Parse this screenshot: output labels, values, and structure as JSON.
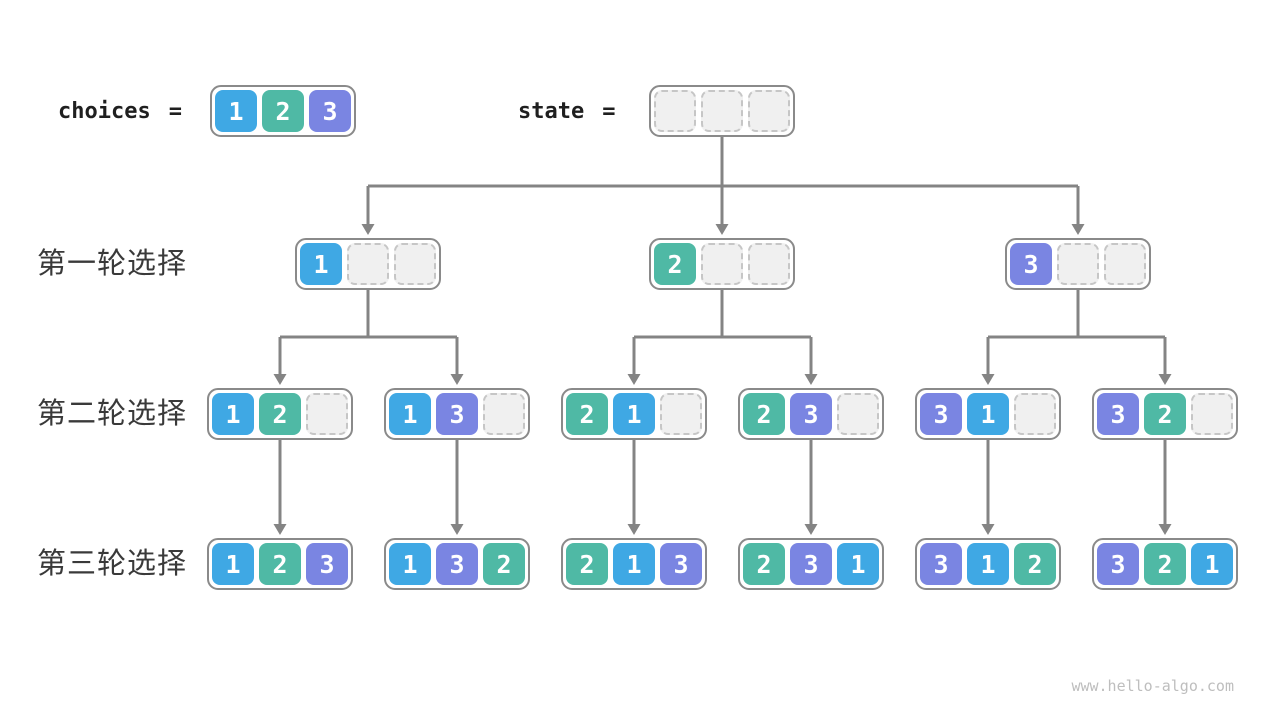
{
  "header": {
    "choices_label": "choices",
    "choices_equals": "=",
    "choices_values": [
      "1",
      "2",
      "3"
    ],
    "state_label": "state",
    "state_equals": "=",
    "state_values": [
      "",
      "",
      ""
    ]
  },
  "rows": [
    {
      "label": "第一轮选择",
      "boxes": [
        [
          "1",
          "",
          ""
        ],
        [
          "2",
          "",
          ""
        ],
        [
          "3",
          "",
          ""
        ]
      ]
    },
    {
      "label": "第二轮选择",
      "boxes": [
        [
          "1",
          "2",
          ""
        ],
        [
          "1",
          "3",
          ""
        ],
        [
          "2",
          "1",
          ""
        ],
        [
          "2",
          "3",
          ""
        ],
        [
          "3",
          "1",
          ""
        ],
        [
          "3",
          "2",
          ""
        ]
      ]
    },
    {
      "label": "第三轮选择",
      "boxes": [
        [
          "1",
          "2",
          "3"
        ],
        [
          "1",
          "3",
          "2"
        ],
        [
          "2",
          "1",
          "3"
        ],
        [
          "2",
          "3",
          "1"
        ],
        [
          "3",
          "1",
          "2"
        ],
        [
          "3",
          "2",
          "1"
        ]
      ]
    }
  ],
  "colors": {
    "value_1": "#3FA8E4",
    "value_2": "#4FB9A5",
    "value_3": "#7A85E2",
    "empty_fill": "#F0F0F0",
    "empty_border": "#C6C6C6",
    "box_border": "#8A8A8A",
    "connector": "#848484",
    "text_dark": "#3A3A3A",
    "cell_text": "#FFFFFF"
  },
  "footer": {
    "watermark": "www.hello-algo.com"
  }
}
